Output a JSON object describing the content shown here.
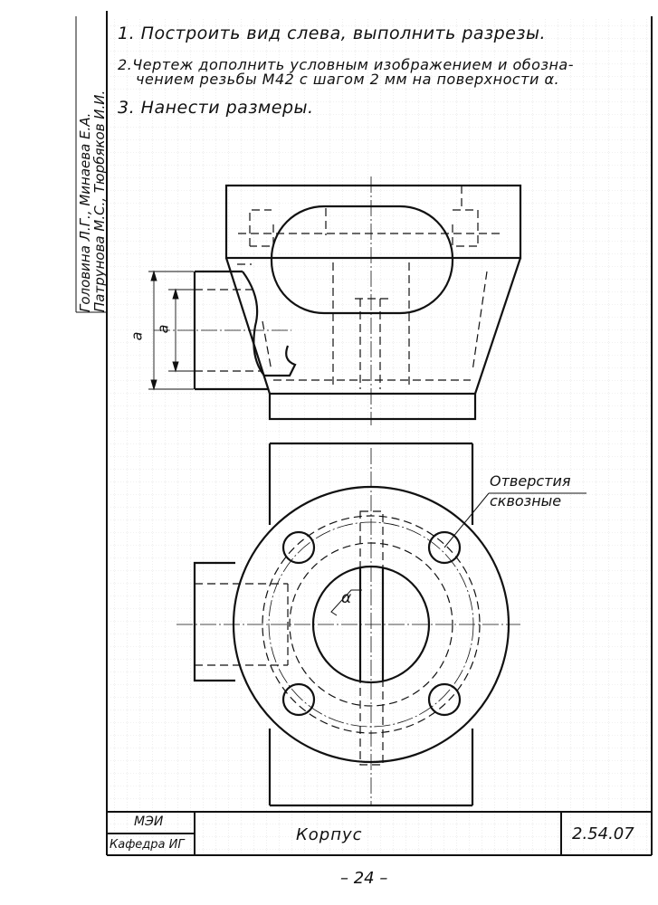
{
  "tasks": {
    "t1": "1. Построить вид слева, выполнить разрезы.",
    "t2a": "2.Чертеж дополнить условным изображением и обозна-",
    "t2b": "чением резьбы М42 с шагом 2 мм на поверхности α.",
    "t3": "3. Нанести размеры."
  },
  "authors": {
    "line1": "Головина Л.Г., Минаева Е.А.",
    "line2": "Патрунова М.С., Тюрбяков И.И."
  },
  "drawing": {
    "dim_label_outer": "a",
    "dim_label_inner": "a",
    "callout_line1": "Отверстия",
    "callout_line2": "сквозные",
    "surface_label": "α"
  },
  "title_block": {
    "org": "МЭИ",
    "dept": "Кафедра ИГ",
    "part_name": "Корпус",
    "code": "2.54.07"
  },
  "page_number": "– 24 –"
}
